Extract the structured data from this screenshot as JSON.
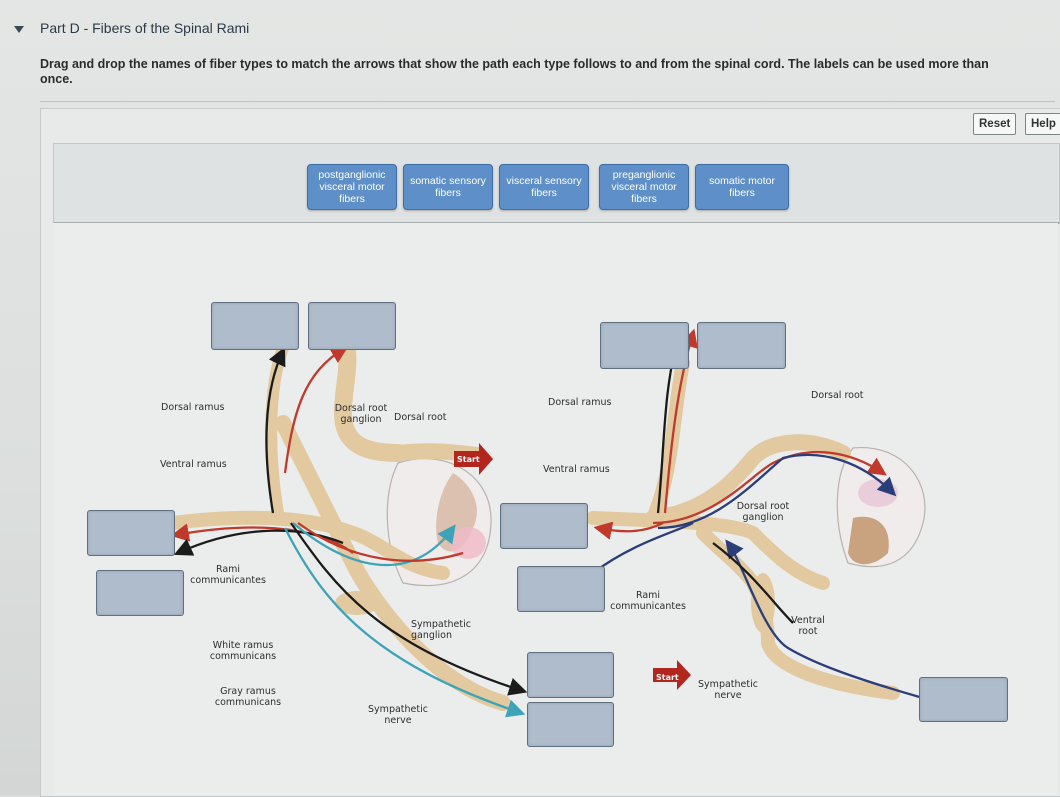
{
  "header": {
    "title": "Part D - Fibers of the Spinal Rami"
  },
  "instructions": "Drag and drop the names of fiber types to match the arrows that show the path each type follows to and from the spinal cord. The labels can be used more than once.",
  "toolbar": {
    "reset_label": "Reset",
    "help_label": "Help"
  },
  "label_bank": [
    {
      "text": "postganglionic visceral motor fibers"
    },
    {
      "text": "somatic sensory fibers"
    },
    {
      "text": "visceral sensory fibers"
    },
    {
      "text": "preganglionic visceral motor fibers"
    },
    {
      "text": "somatic motor fibers"
    }
  ],
  "diagram_left": {
    "labels": {
      "dorsal_ramus": "Dorsal ramus",
      "ventral_ramus": "Ventral ramus",
      "dorsal_root_ganglion": "Dorsal root ganglion",
      "dorsal_root": "Dorsal root",
      "start": "Start",
      "rami_communicantes": "Rami communicantes",
      "white_ramus": "White ramus communicans",
      "gray_ramus": "Gray ramus communicans",
      "sympathetic_ganglion": "Sympathetic ganglion",
      "sympathetic_nerve": "Sympathetic nerve"
    }
  },
  "diagram_right": {
    "labels": {
      "dorsal_ramus": "Dorsal ramus",
      "ventral_ramus": "Ventral ramus",
      "dorsal_root": "Dorsal root",
      "dorsal_root_ganglion": "Dorsal root ganglion",
      "rami_communicantes": "Rami communicantes",
      "ventral_root": "Ventral root",
      "sympathetic_nerve": "Sympathetic nerve",
      "start": "Start"
    }
  },
  "colors": {
    "chip": "#5e8fc9",
    "drop_target": "#aebccb",
    "nerve": "#e2c9a0",
    "red_fiber": "#c0392b",
    "black_fiber": "#1b1b1b",
    "blue_fiber": "#3fa3b8",
    "navy_fiber": "#2c3e7a",
    "start_arrow": "#b3261e"
  },
  "icons": {
    "collapse": "caret-down-icon"
  }
}
